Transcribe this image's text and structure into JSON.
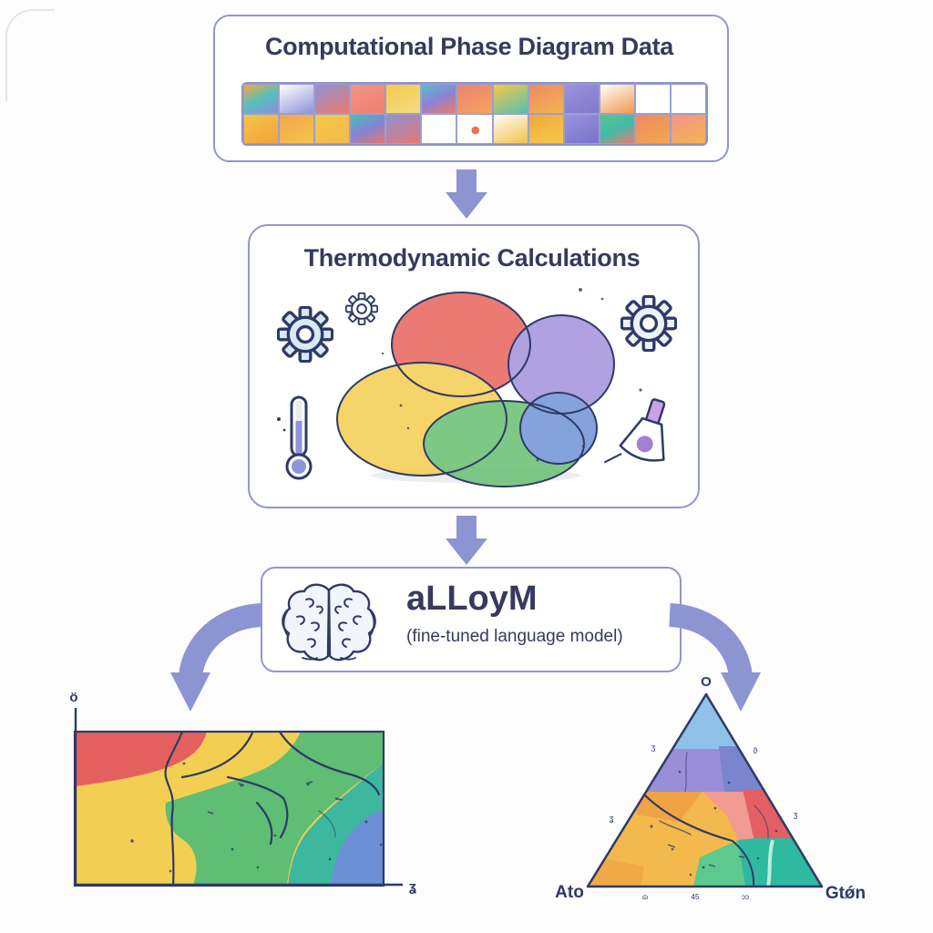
{
  "palette": {
    "css": {
      "border": "#9297c8",
      "title": "#363a5c",
      "arrow": "#8d94d2",
      "line": "#2e3a66"
    },
    "venn": {
      "red": "#e8635d",
      "purple": "#a391dc",
      "yellow": "#f4cd4f",
      "green": "#68bf72",
      "blue": "#6f92d6",
      "shadow": "#ebedf3"
    },
    "gear_left_fill": "#d8e8f4",
    "gear_small_fill": "#ffffff",
    "gear_right_fill": "#edf2f9",
    "thermometer_fill": "#8d94d8",
    "flask_fill": "#a57fd2",
    "flask_neck": "#c9a3e6",
    "brain_fill": "#f0f6fb"
  },
  "top_box": {
    "title": "Computational Phase Diagram Data",
    "tiles": [
      {
        "colors": [
          "#f2a83e",
          "#56c0bd",
          "#8d8fd8"
        ]
      },
      {
        "colors": [
          "#ffffff",
          "#8d93d8"
        ]
      },
      {
        "colors": [
          "#8d93d8",
          "#ee7a68"
        ]
      },
      {
        "colors": [
          "#f4948a",
          "#ef7f6e"
        ]
      },
      {
        "colors": [
          "#f6cb4c",
          "#f3da84"
        ]
      },
      {
        "colors": [
          "#58bfc9",
          "#8e82d2",
          "#ee7b6a"
        ]
      },
      {
        "colors": [
          "#ef8272",
          "#f3a45c"
        ]
      },
      {
        "colors": [
          "#f6c84a",
          "#56c0ae"
        ]
      },
      {
        "colors": [
          "#ee8a66",
          "#f3b350"
        ]
      },
      {
        "colors": [
          "#9c92dd",
          "#8177cf"
        ]
      },
      {
        "colors": [
          "#ffffff",
          "#f09a4c"
        ]
      },
      {
        "colors": [
          "#ffffff"
        ]
      },
      {
        "colors": [
          "#fefefe"
        ]
      },
      {
        "colors": [
          "#f6c545",
          "#f0a23f"
        ]
      },
      {
        "colors": [
          "#f2a74b",
          "#f6c34d"
        ]
      },
      {
        "colors": [
          "#f6c847",
          "#f3b84e"
        ]
      },
      {
        "colors": [
          "#48c0b2",
          "#8285d4",
          "#e8766e"
        ]
      },
      {
        "colors": [
          "#8d93d8",
          "#e8766e"
        ]
      },
      {
        "colors": [
          "#ffffff"
        ]
      },
      {
        "colors": [
          "#ffffff",
          "#ee7050"
        ],
        "dot": true
      },
      {
        "colors": [
          "#fdfdfb",
          "#f3c24a"
        ]
      },
      {
        "colors": [
          "#f2a83e",
          "#f6c84a"
        ]
      },
      {
        "colors": [
          "#9c92dd",
          "#7a72cc"
        ]
      },
      {
        "colors": [
          "#54c58c",
          "#41bba8",
          "#ee7b6a"
        ]
      },
      {
        "colors": [
          "#ee8a66",
          "#f2a74b"
        ]
      },
      {
        "colors": [
          "#f4948a",
          "#f3b350"
        ]
      }
    ]
  },
  "calc_box": {
    "title": "Thermodynamic Calculations"
  },
  "model_box": {
    "title": "aLLoyM",
    "subtitle": "(fine-tuned language model)"
  },
  "binary_diagram": {
    "y_axis_label": "ö",
    "x_axis_label": "ʓ",
    "regions": {
      "red": "#e4605e",
      "yellow": "#f2cf52",
      "green": "#5fbd74",
      "teal": "#3db89f",
      "blue": "#6c8fd6"
    }
  },
  "ternary_diagram": {
    "apex_label": "O",
    "left_label": "Ato",
    "right_label": "Gtǿn",
    "regions": {
      "lightblue": "#90c1e8",
      "purple": "#9a8ed8",
      "blue": "#7b84ce",
      "salmon": "#f29b90",
      "red": "#e45f63",
      "yellow": "#f3b94c",
      "orange": "#ef9f43",
      "green": "#5ec98e",
      "teal": "#2fb9a0"
    },
    "left_ticks": [
      "ʒ",
      "ʓ"
    ],
    "right_ticks": [
      "ϑ",
      "ʒ"
    ],
    "bottom_ticks": [
      "ɷ",
      "45",
      "ɔɔ"
    ]
  }
}
